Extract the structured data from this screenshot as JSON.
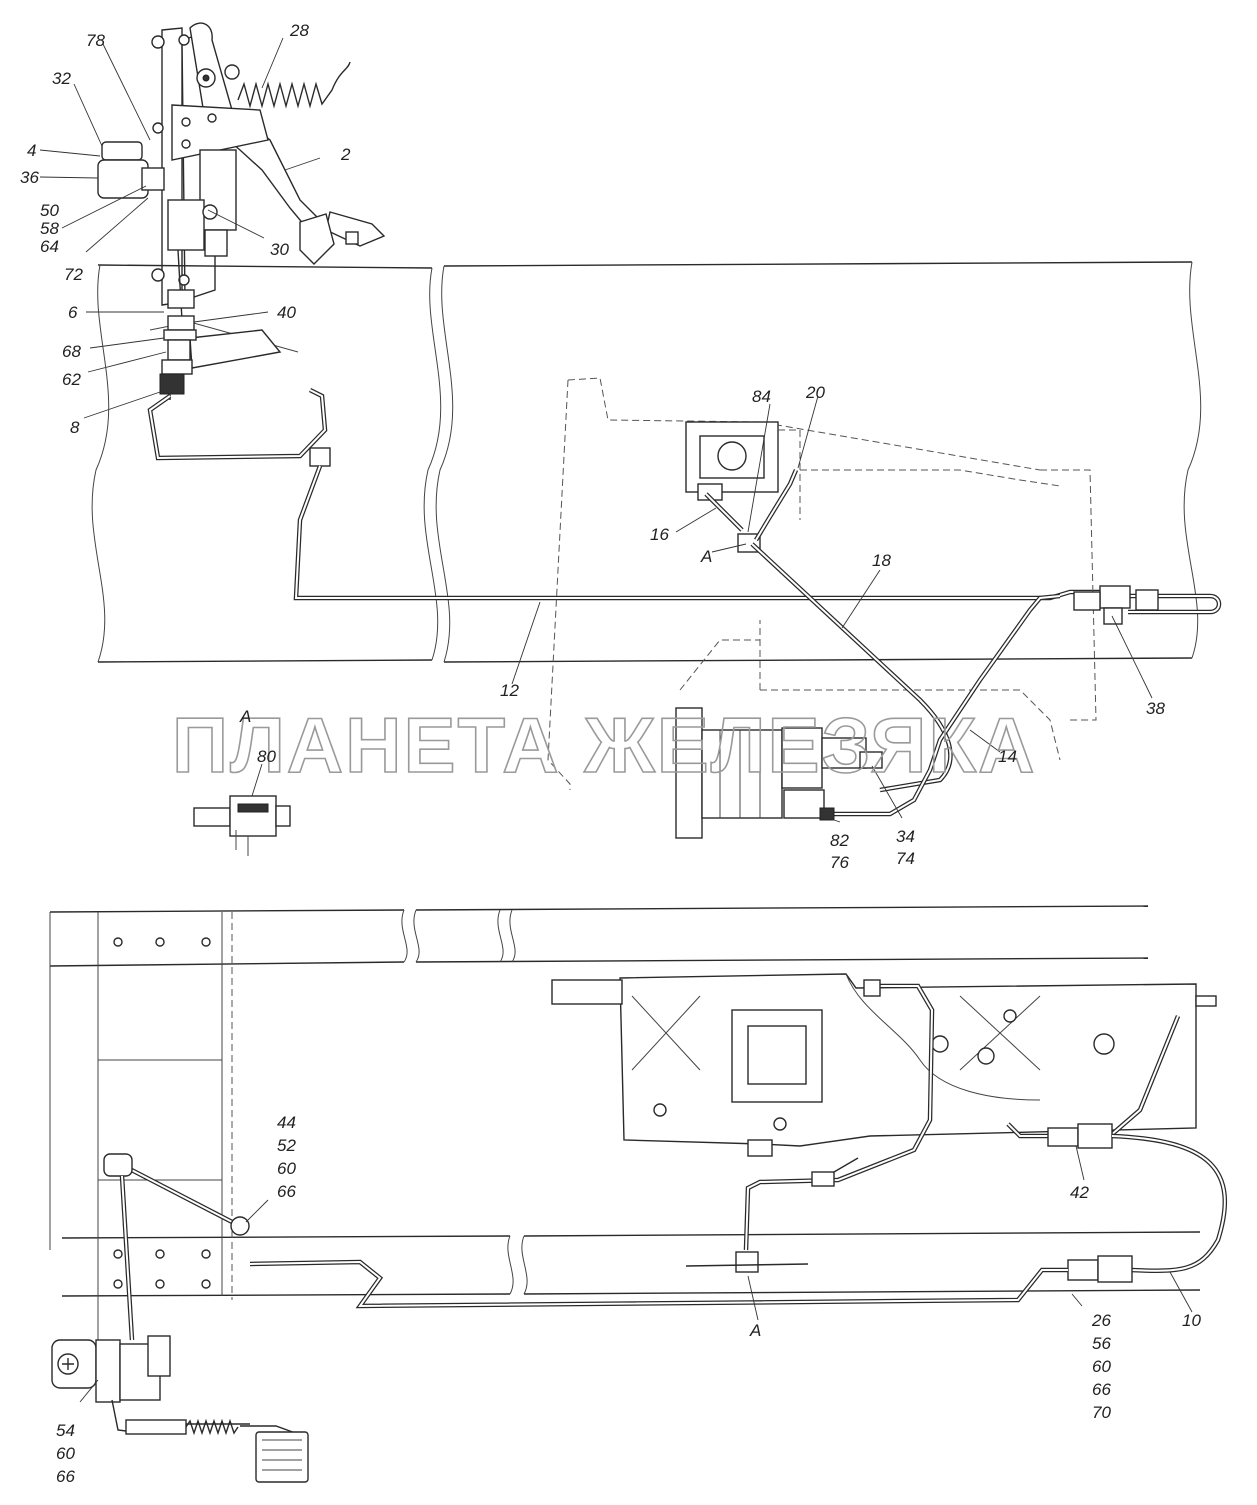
{
  "watermark": "ПЛАНЕТА ЖЕЛЕЗЯКА",
  "callouts": {
    "c2": "2",
    "c4": "4",
    "c6": "6",
    "c8": "8",
    "c28": "28",
    "c30": "30",
    "c32": "32",
    "c36": "36",
    "c40": "40",
    "c50_58_64": [
      "50",
      "58",
      "64"
    ],
    "c62": "62",
    "c68": "68",
    "c72": "72",
    "c78": "78",
    "c12": "12",
    "c14": "14",
    "c16": "16",
    "c18": "18",
    "c20": "20",
    "c34_74": [
      "34",
      "74"
    ],
    "c38": "38",
    "c82_76": [
      "82",
      "76"
    ],
    "c84": "84",
    "cA_top": "A",
    "detail_title": "A",
    "c80": "80",
    "c44_52_60_66": [
      "44",
      "52",
      "60",
      "66"
    ],
    "c42": "42",
    "c10": "10",
    "cA_bottom": "A",
    "c26_56_60_66_70": [
      "26",
      "56",
      "60",
      "66",
      "70"
    ],
    "c54_60_66": [
      "54",
      "60",
      "66"
    ]
  }
}
